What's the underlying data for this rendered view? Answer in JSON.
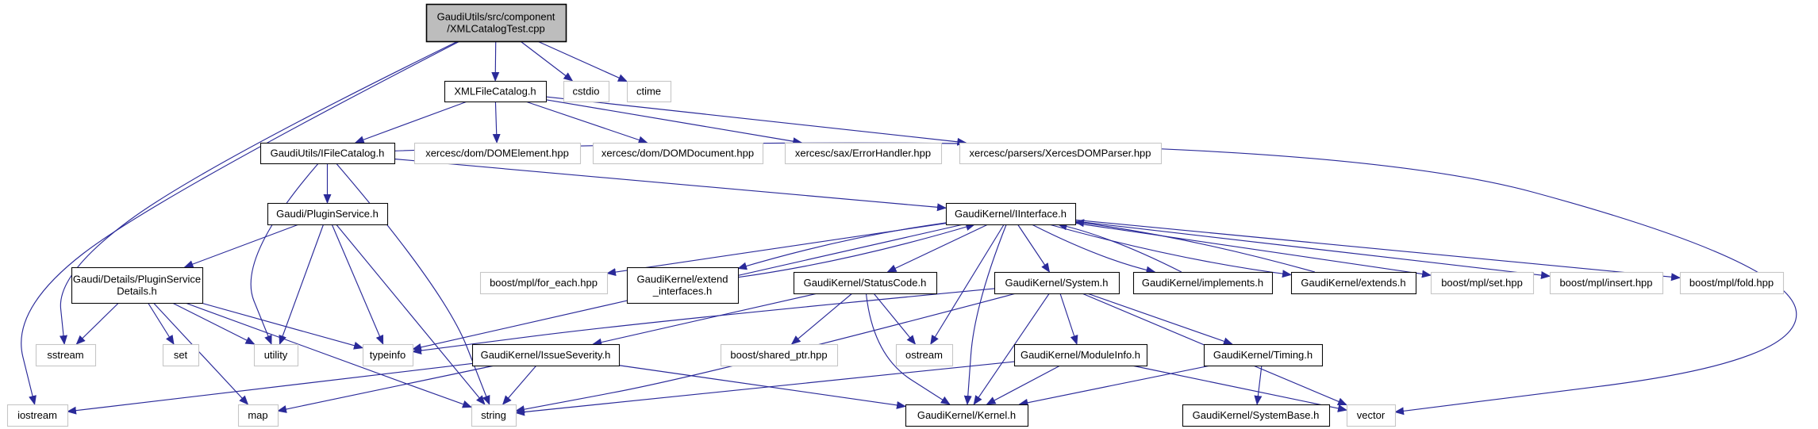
{
  "diagram": {
    "type": "include-dependency-graph",
    "title": "Include dependency graph for GaudiUtils/src/component/XMLCatalogTest.cpp",
    "colors": {
      "edge": "#2a2a99",
      "internal_border": "#0a0a0a",
      "external_border": "#c6c6c6",
      "root_fill": "#bdbdbd",
      "node_fill": "#ffffff",
      "background": "#ffffff",
      "text": "#000000"
    },
    "nodes": [
      {
        "id": "cpp",
        "kind": "root",
        "lines": [
          "GaudiUtils/src/component",
          "/XMLCatalogTest.cpp"
        ]
      },
      {
        "id": "xmlfilecatalog",
        "kind": "internal",
        "lines": [
          "XMLFileCatalog.h"
        ]
      },
      {
        "id": "cstdio",
        "kind": "external",
        "lines": [
          "cstdio"
        ]
      },
      {
        "id": "ctime",
        "kind": "external",
        "lines": [
          "ctime"
        ]
      },
      {
        "id": "ifilecatalog",
        "kind": "internal",
        "lines": [
          "GaudiUtils/IFileCatalog.h"
        ]
      },
      {
        "id": "domelement",
        "kind": "external",
        "lines": [
          "xercesc/dom/DOMElement.hpp"
        ]
      },
      {
        "id": "domdocument",
        "kind": "external",
        "lines": [
          "xercesc/dom/DOMDocument.hpp"
        ]
      },
      {
        "id": "errorhandler",
        "kind": "external",
        "lines": [
          "xercesc/sax/ErrorHandler.hpp"
        ]
      },
      {
        "id": "xercesdomparser",
        "kind": "external",
        "lines": [
          "xercesc/parsers/XercesDOMParser.hpp"
        ]
      },
      {
        "id": "pluginservice",
        "kind": "internal",
        "lines": [
          "Gaudi/PluginService.h"
        ]
      },
      {
        "id": "iinterface",
        "kind": "internal",
        "lines": [
          "GaudiKernel/IInterface.h"
        ]
      },
      {
        "id": "details",
        "kind": "internal",
        "lines": [
          "Gaudi/Details/PluginService",
          "Details.h"
        ]
      },
      {
        "id": "for_each",
        "kind": "external",
        "lines": [
          "boost/mpl/for_each.hpp"
        ]
      },
      {
        "id": "extend_interfaces",
        "kind": "internal",
        "lines": [
          "GaudiKernel/extend",
          "_interfaces.h"
        ]
      },
      {
        "id": "statuscode",
        "kind": "internal",
        "lines": [
          "GaudiKernel/StatusCode.h"
        ]
      },
      {
        "id": "system",
        "kind": "internal",
        "lines": [
          "GaudiKernel/System.h"
        ]
      },
      {
        "id": "implements",
        "kind": "internal",
        "lines": [
          "GaudiKernel/implements.h"
        ]
      },
      {
        "id": "extends",
        "kind": "internal",
        "lines": [
          "GaudiKernel/extends.h"
        ]
      },
      {
        "id": "set_hpp",
        "kind": "external",
        "lines": [
          "boost/mpl/set.hpp"
        ]
      },
      {
        "id": "insert_hpp",
        "kind": "external",
        "lines": [
          "boost/mpl/insert.hpp"
        ]
      },
      {
        "id": "fold_hpp",
        "kind": "external",
        "lines": [
          "boost/mpl/fold.hpp"
        ]
      },
      {
        "id": "sstream",
        "kind": "external",
        "lines": [
          "sstream"
        ]
      },
      {
        "id": "set",
        "kind": "external",
        "lines": [
          "set"
        ]
      },
      {
        "id": "utility",
        "kind": "external",
        "lines": [
          "utility"
        ]
      },
      {
        "id": "typeinfo",
        "kind": "external",
        "lines": [
          "typeinfo"
        ]
      },
      {
        "id": "issueseverity",
        "kind": "internal",
        "lines": [
          "GaudiKernel/IssueSeverity.h"
        ]
      },
      {
        "id": "shared_ptr",
        "kind": "external",
        "lines": [
          "boost/shared_ptr.hpp"
        ]
      },
      {
        "id": "ostream",
        "kind": "external",
        "lines": [
          "ostream"
        ]
      },
      {
        "id": "moduleinfo",
        "kind": "internal",
        "lines": [
          "GaudiKernel/ModuleInfo.h"
        ]
      },
      {
        "id": "timing",
        "kind": "internal",
        "lines": [
          "GaudiKernel/Timing.h"
        ]
      },
      {
        "id": "iostream",
        "kind": "external",
        "lines": [
          "iostream"
        ]
      },
      {
        "id": "map",
        "kind": "external",
        "lines": [
          "map"
        ]
      },
      {
        "id": "string",
        "kind": "external",
        "lines": [
          "string"
        ]
      },
      {
        "id": "kernel",
        "kind": "internal",
        "lines": [
          "GaudiKernel/Kernel.h"
        ]
      },
      {
        "id": "systembase",
        "kind": "internal",
        "lines": [
          "GaudiKernel/SystemBase.h"
        ]
      },
      {
        "id": "vector",
        "kind": "external",
        "lines": [
          "vector"
        ]
      }
    ],
    "edges": [
      [
        "cpp",
        "xmlfilecatalog"
      ],
      [
        "cpp",
        "cstdio"
      ],
      [
        "cpp",
        "ctime"
      ],
      [
        "cpp",
        "sstream"
      ],
      [
        "cpp",
        "iostream"
      ],
      [
        "xmlfilecatalog",
        "ifilecatalog"
      ],
      [
        "xmlfilecatalog",
        "domelement"
      ],
      [
        "xmlfilecatalog",
        "domdocument"
      ],
      [
        "xmlfilecatalog",
        "errorhandler"
      ],
      [
        "xmlfilecatalog",
        "xercesdomparser"
      ],
      [
        "ifilecatalog",
        "pluginservice"
      ],
      [
        "ifilecatalog",
        "iinterface"
      ],
      [
        "ifilecatalog",
        "utility"
      ],
      [
        "ifilecatalog",
        "string"
      ],
      [
        "ifilecatalog",
        "vector"
      ],
      [
        "pluginservice",
        "details"
      ],
      [
        "pluginservice",
        "utility"
      ],
      [
        "pluginservice",
        "typeinfo"
      ],
      [
        "pluginservice",
        "string"
      ],
      [
        "details",
        "sstream"
      ],
      [
        "details",
        "set"
      ],
      [
        "details",
        "utility"
      ],
      [
        "details",
        "map"
      ],
      [
        "details",
        "string"
      ],
      [
        "details",
        "typeinfo"
      ],
      [
        "iinterface",
        "for_each"
      ],
      [
        "iinterface",
        "extend_interfaces"
      ],
      [
        "iinterface",
        "statuscode"
      ],
      [
        "iinterface",
        "system"
      ],
      [
        "iinterface",
        "implements"
      ],
      [
        "iinterface",
        "extends"
      ],
      [
        "iinterface",
        "set_hpp"
      ],
      [
        "iinterface",
        "insert_hpp"
      ],
      [
        "iinterface",
        "fold_hpp"
      ],
      [
        "iinterface",
        "typeinfo"
      ],
      [
        "iinterface",
        "ostream"
      ],
      [
        "iinterface",
        "kernel"
      ],
      [
        "extend_interfaces",
        "iinterface"
      ],
      [
        "implements",
        "iinterface"
      ],
      [
        "extends",
        "iinterface"
      ],
      [
        "statuscode",
        "issueseverity"
      ],
      [
        "statuscode",
        "shared_ptr"
      ],
      [
        "statuscode",
        "ostream"
      ],
      [
        "statuscode",
        "kernel"
      ],
      [
        "issueseverity",
        "iostream"
      ],
      [
        "issueseverity",
        "map"
      ],
      [
        "issueseverity",
        "string"
      ],
      [
        "issueseverity",
        "kernel"
      ],
      [
        "system",
        "kernel"
      ],
      [
        "system",
        "moduleinfo"
      ],
      [
        "system",
        "timing"
      ],
      [
        "system",
        "string"
      ],
      [
        "system",
        "typeinfo"
      ],
      [
        "system",
        "vector"
      ],
      [
        "moduleinfo",
        "kernel"
      ],
      [
        "moduleinfo",
        "string"
      ],
      [
        "moduleinfo",
        "vector"
      ],
      [
        "timing",
        "kernel"
      ],
      [
        "timing",
        "systembase"
      ]
    ]
  }
}
